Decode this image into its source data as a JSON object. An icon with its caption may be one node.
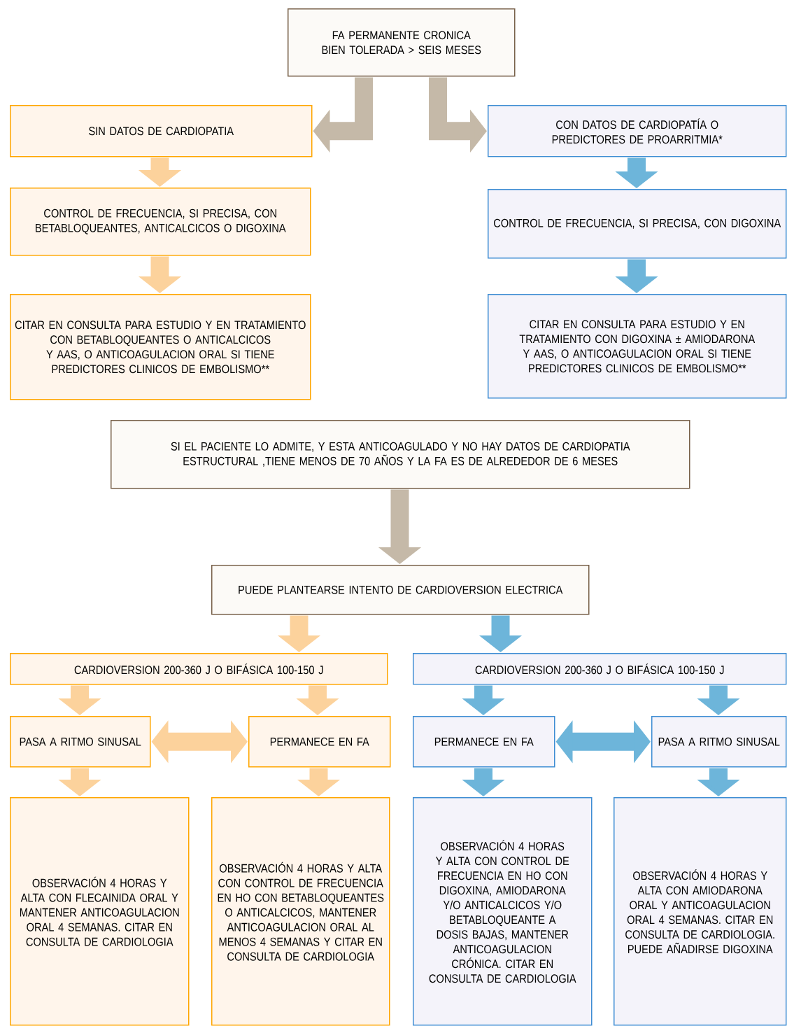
{
  "diagram": {
    "nodes": [
      {
        "text": [
          "FA PERMANENTE CRONICA BIEN TOLERADA > SEIS MESES"
        ]
      },
      {
        "text": [
          "SIN DATOS DE CARDIOPATIA"
        ]
      },
      {
        "text": [
          "CON DATOS DE CARDIOPATÍA O PREDICTORES DE PROARRITMIA*"
        ]
      },
      {
        "text": [
          "CONTROL DE FRECUENCIA, SI PRECISA, CON BETABLOQUEANTES, ANTICALCICOS O DIGOXINA"
        ]
      },
      {
        "text": [
          "CONTROL DE FRECUENCIA, SI PRECISA, CON DIGOXINA"
        ]
      },
      {
        "text": [
          "CITAR EN CONSULTA PARA ESTUDIO Y EN TRATAMIENTO CON BETABLOQUEANTES O ANTICALCICOS Y AAS, O ANTICOAGULACION ORAL SI TIENE PREDICTORES CLINICOS DE EMBOLISMO**"
        ]
      },
      {
        "text": [
          "CITAR EN CONSULTA PARA ESTUDIO Y EN TRATAMIENTO CON DIGOXINA ± AMIODARONA Y AAS, O ANTICOAGULACION ORAL SI TIENE PREDICTORES CLINICOS DE EMBOLISMO**"
        ]
      },
      {
        "text": [
          "SI EL PACIENTE LO ADMITE, Y ESTA ANTICOAGULADO Y NO HAY DATOS DE CARDIOPATIA ESTRUCTURAL ,TIENE MENOS DE 70 AÑOS Y LA FA ES DE ALREDEDOR DE 6 MESES"
        ]
      },
      {
        "text": [
          "PUEDE PLANTEARSE INTENTO DE CARDIOVERSION ELECTRICA"
        ]
      },
      {
        "text": [
          "CARDIOVERSION 200-360 J O BIFÁSICA 100-150 J"
        ]
      },
      {
        "text": [
          "CARDIOVERSION 200-360 J O BIFÁSICA 100-150 J"
        ]
      },
      {
        "text": [
          "PASA A RITMO SINUSAL"
        ]
      },
      {
        "text": [
          "PERMANECE EN FA"
        ]
      },
      {
        "text": [
          "PERMANECE EN FA"
        ]
      },
      {
        "text": [
          "PASA A RITMO SINUSAL"
        ]
      },
      {
        "text": [
          "OBSERVACIÓN 4 HORAS Y ALTA CON FLECAINIDA ORAL Y MANTENER ANTICOAGULACION ORAL 4 SEMANAS. CITAR EN CONSULTA DE CARDIOLOGIA"
        ]
      },
      {
        "text": [
          "OBSERVACIÓN 4 HORAS Y ALTA CON CONTROL DE FRECUENCIA EN HO CON BETABLOQUEANTES O ANTICALCICOS, MANTENER ANTICOAGULACION ORAL AL MENOS 4 SEMANAS Y CITAR EN CONSULTA DE CARDIOLOGIA"
        ]
      },
      {
        "text": [
          "OBSERVACIÓN 4 HORAS Y ALTA CON CONTROL DE FRECUENCIA EN HO CON DIGOXINA, AMIODARONA Y/O ANTICALCICOS Y/O BETABLOQUEANTE A DOSIS BAJAS, MANTENER ANTICOAGULACION CRÓNICA. CITAR EN CONSULTA DE CARDIOLOGIA"
        ]
      },
      {
        "text": [
          "OBSERVACIÓN 4 HORAS Y ALTA CON AMIODARONA ORAL Y ANTICOAGULACION ORAL 4 SEMANAS. CITAR EN CONSULTA DE CARDIOLOGIA. PUEDE AÑADIRSE DIGOXINA"
        ]
      }
    ],
    "edges": [
      {
        "from": 0,
        "to": 1,
        "arrow": "to",
        "color": "#c5b9a8"
      },
      {
        "from": 0,
        "to": 2,
        "arrow": "to",
        "color": "#c5b9a8"
      },
      {
        "from": 1,
        "to": 3,
        "arrow": "to",
        "color": "#fcd29c"
      },
      {
        "from": 3,
        "to": 5,
        "arrow": "to",
        "color": "#fcd29c"
      },
      {
        "from": 2,
        "to": 4,
        "arrow": "to",
        "color": "#6db5da"
      },
      {
        "from": 4,
        "to": 6,
        "arrow": "to",
        "color": "#6db5da"
      },
      {
        "from": 7,
        "to": 8,
        "arrow": "to",
        "color": "#c5b9a8"
      },
      {
        "from": 8,
        "to": 9,
        "arrow": "to",
        "color": "#fcd29c"
      },
      {
        "from": 8,
        "to": 10,
        "arrow": "to",
        "color": "#6db5da"
      },
      {
        "from": 9,
        "to": 11,
        "arrow": "to",
        "color": "#fcd29c"
      },
      {
        "from": 9,
        "to": 12,
        "arrow": "to",
        "color": "#fcd29c"
      },
      {
        "from": 11,
        "to": 12,
        "arrow": "both",
        "color": "#fcd29c"
      },
      {
        "from": 10,
        "to": 13,
        "arrow": "to",
        "color": "#6db5da"
      },
      {
        "from": 10,
        "to": 14,
        "arrow": "to",
        "color": "#6db5da"
      },
      {
        "from": 13,
        "to": 14,
        "arrow": "both",
        "color": "#6db5da"
      },
      {
        "from": 11,
        "to": 15,
        "arrow": "to",
        "color": "#fcd29c"
      },
      {
        "from": 12,
        "to": 16,
        "arrow": "to",
        "color": "#fcd29c"
      },
      {
        "from": 13,
        "to": 17,
        "arrow": "to",
        "color": "#6db5da"
      },
      {
        "from": 14,
        "to": 18,
        "arrow": "to",
        "color": "#6db5da"
      }
    ]
  }
}
